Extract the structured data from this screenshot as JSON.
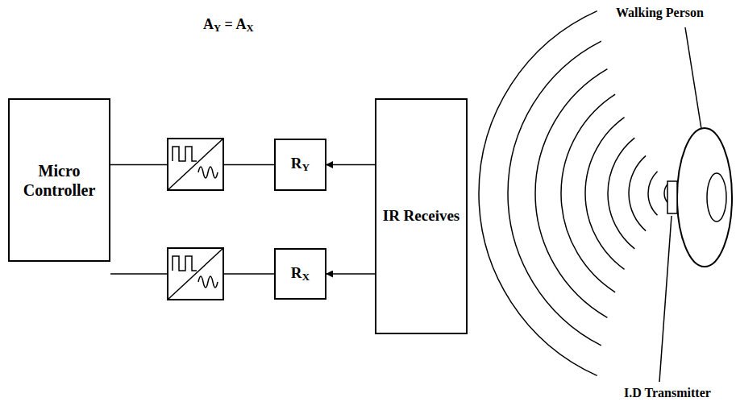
{
  "diagram": {
    "nodes": [
      {
        "text": [
          "Micro Controller"
        ]
      },
      {
        "text": [
          "RY"
        ]
      },
      {
        "text": [
          "RX"
        ]
      },
      {
        "text": [
          "IR Receives"
        ]
      }
    ],
    "edges": [
      {
        "from": 3,
        "to": 1,
        "arrow": "to"
      },
      {
        "from": 3,
        "to": 2,
        "arrow": "to"
      },
      {
        "from": 1,
        "to": 0,
        "arrow": "none"
      },
      {
        "from": 2,
        "to": 0,
        "arrow": "none"
      }
    ],
    "labels": [
      "AY = AX",
      "Walking Person",
      "I.D Transmitter"
    ]
  }
}
